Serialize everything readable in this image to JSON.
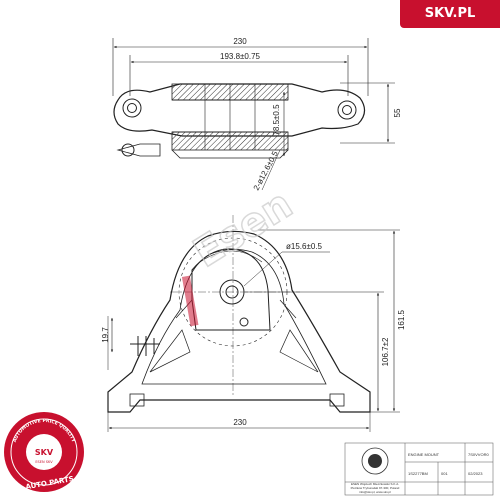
{
  "brand": {
    "badge_text": "SKV.PL",
    "watermark_text": "Esen",
    "accent": "#c8102e"
  },
  "top_view": {
    "dim_overall": "230",
    "dim_pitch": "193.8±0.75",
    "dim_height": "55",
    "dim_inner": "78.5±0.5",
    "dim_holes": "2-ø12.6±0.5"
  },
  "front_view": {
    "dim_bore": "ø15.6±0.5",
    "dim_total_height": "161.5",
    "dim_center_height": "106.7±2",
    "dim_stud_offset": "19.7",
    "dim_base_width": "230"
  },
  "seal": {
    "ring_text": "AUTOMOTIVE PRICE QUALITY",
    "center_text": "SKV",
    "bottom_text": "AUTO PARTS",
    "sub_text": "ESEN SKV"
  },
  "title_block": {
    "company_line1": "ESEN Wojciech Mieczkowski S.K.A.",
    "company_line2": "Piotrków Trybunalski 97-300, Poland",
    "company_line3": "info@skv.pl, www.skv.pl",
    "part_name": "ENGINE MOUNT",
    "part_number_code": "7S0VVOR0",
    "drawing_number": "1S2277BM",
    "sheet": "001",
    "date": "02/2023"
  }
}
